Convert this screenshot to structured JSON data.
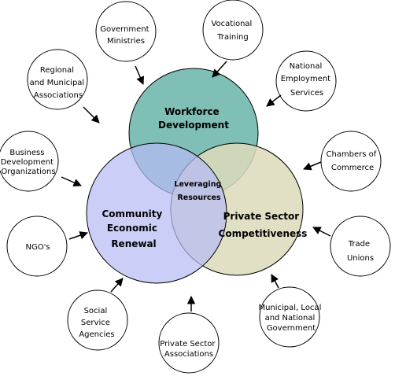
{
  "main_circles": [
    {
      "id": "workforce",
      "lines": [
        "Workforce",
        "Development"
      ],
      "color": "#7fbfb5"
    },
    {
      "id": "private",
      "lines": [
        "Private Sector",
        "Competitiveness"
      ],
      "color": "#dcdbba"
    },
    {
      "id": "community",
      "lines": [
        "Community",
        "Economic",
        "Renewal"
      ],
      "color": "#b7bbf4"
    }
  ],
  "center": {
    "lines": [
      "Leveraging",
      "Resources"
    ]
  },
  "satellites": [
    {
      "id": "government-ministries",
      "lines": [
        "Government",
        "Ministries"
      ]
    },
    {
      "id": "vocational-training",
      "lines": [
        "Vocational",
        "Training"
      ]
    },
    {
      "id": "regional-municipal",
      "lines": [
        "Regional",
        "and Municipal",
        "Associations"
      ]
    },
    {
      "id": "national-employment",
      "lines": [
        "National",
        "Employment",
        "Services"
      ]
    },
    {
      "id": "business-development",
      "lines": [
        "Business",
        "Development",
        "Organizations"
      ]
    },
    {
      "id": "chambers-of-commerce",
      "lines": [
        "Chambers of",
        "Commerce"
      ]
    },
    {
      "id": "ngos",
      "lines": [
        "NGO's"
      ]
    },
    {
      "id": "trade-unions",
      "lines": [
        "Trade",
        "Unions"
      ]
    },
    {
      "id": "social-service",
      "lines": [
        "Social",
        "Service",
        "Agencies"
      ]
    },
    {
      "id": "municipal-local-national",
      "lines": [
        "Municipal, Local",
        "and National",
        "Government"
      ]
    },
    {
      "id": "private-sector-associations",
      "lines": [
        "Private Sector",
        "Associations"
      ]
    }
  ]
}
